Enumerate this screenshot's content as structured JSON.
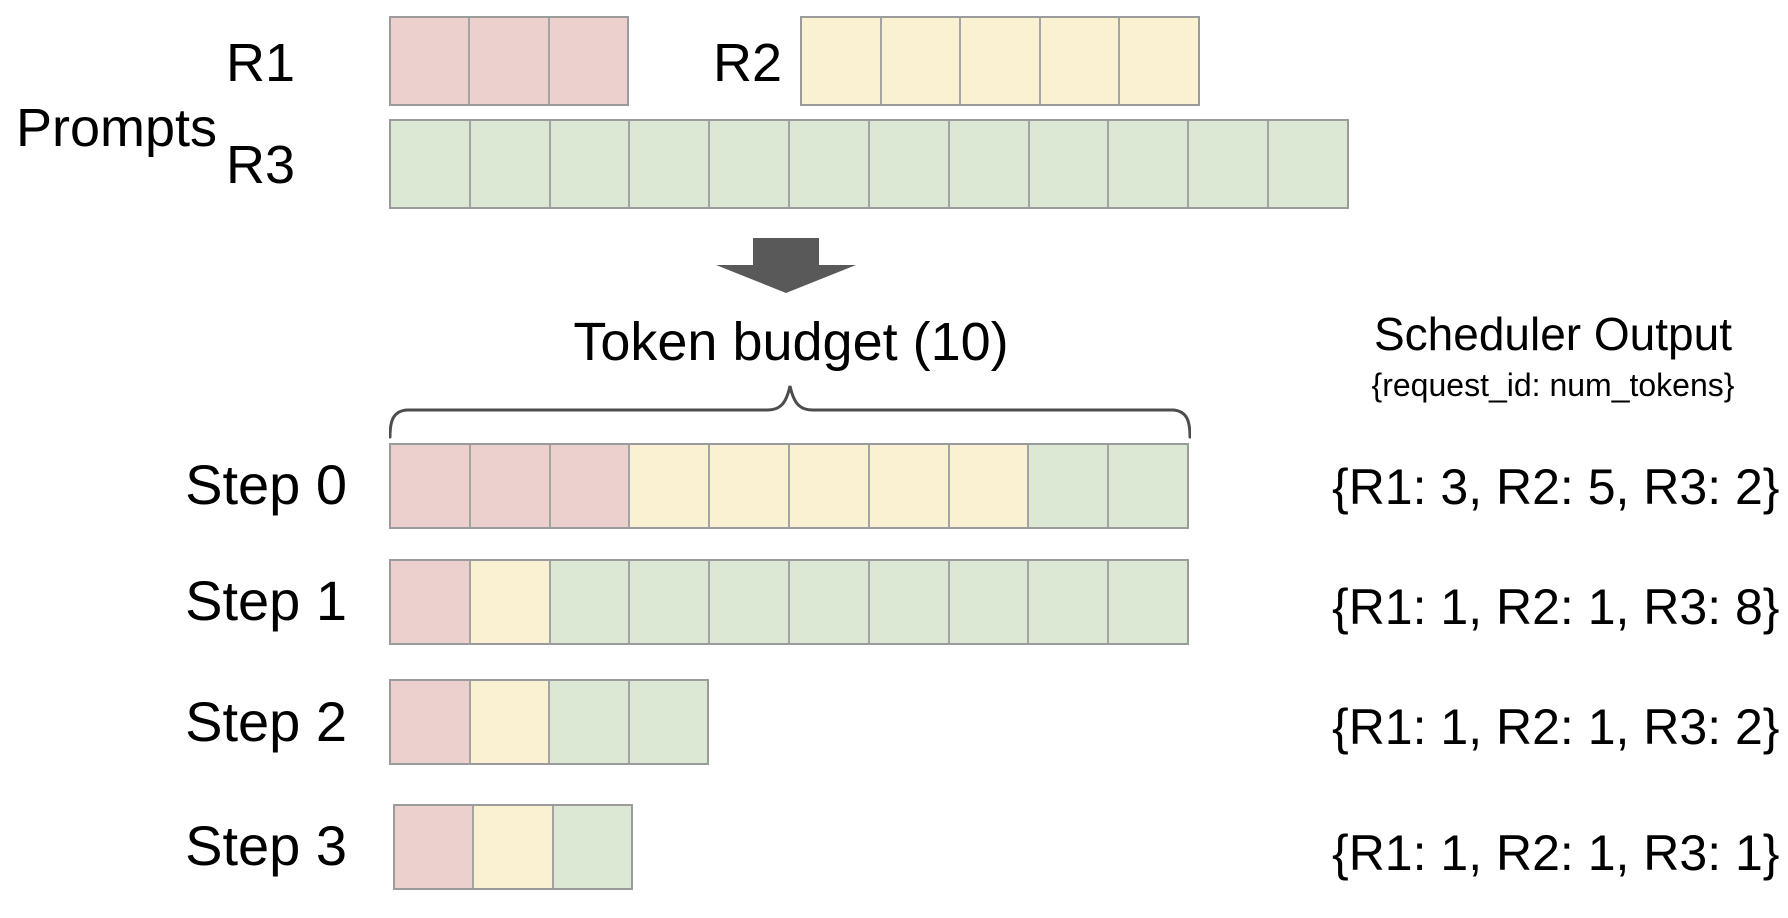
{
  "colors": {
    "r1_fill": "#ecd0ce",
    "r2_fill": "#faf0d2",
    "r3_fill": "#dce8d3",
    "cell_border": "#a3a3a3",
    "row_border": "#9b9b9b",
    "arrow": "#595959",
    "brace": "#4d4d4d"
  },
  "prompts": {
    "label": "Prompts",
    "rows": [
      {
        "label": "R1",
        "segments": [
          {
            "request": "R1",
            "count": 3
          }
        ]
      },
      {
        "label": "R2",
        "segments": [
          {
            "request": "R2",
            "count": 5
          }
        ]
      },
      {
        "label": "R3",
        "segments": [
          {
            "request": "R3",
            "count": 12
          }
        ]
      }
    ]
  },
  "token_budget": {
    "title": "Token budget (10)",
    "value": 10
  },
  "scheduler_output": {
    "title": "Scheduler Output",
    "subtitle": "{request_id: num_tokens}"
  },
  "steps": [
    {
      "label": "Step 0",
      "segments": [
        {
          "request": "R1",
          "count": 3
        },
        {
          "request": "R2",
          "count": 5
        },
        {
          "request": "R3",
          "count": 2
        }
      ],
      "output_text": "{R1: 3, R2: 5, R3: 2}"
    },
    {
      "label": "Step 1",
      "segments": [
        {
          "request": "R1",
          "count": 1
        },
        {
          "request": "R2",
          "count": 1
        },
        {
          "request": "R3",
          "count": 8
        }
      ],
      "output_text": "{R1: 1, R2: 1, R3: 8}"
    },
    {
      "label": "Step 2",
      "segments": [
        {
          "request": "R1",
          "count": 1
        },
        {
          "request": "R2",
          "count": 1
        },
        {
          "request": "R3",
          "count": 2
        }
      ],
      "output_text": "{R1: 1, R2: 1, R3: 2}"
    },
    {
      "label": "Step 3",
      "segments": [
        {
          "request": "R1",
          "count": 1
        },
        {
          "request": "R2",
          "count": 1
        },
        {
          "request": "R3",
          "count": 1
        }
      ],
      "output_text": "{R1: 1, R2: 1, R3: 1}"
    }
  ]
}
